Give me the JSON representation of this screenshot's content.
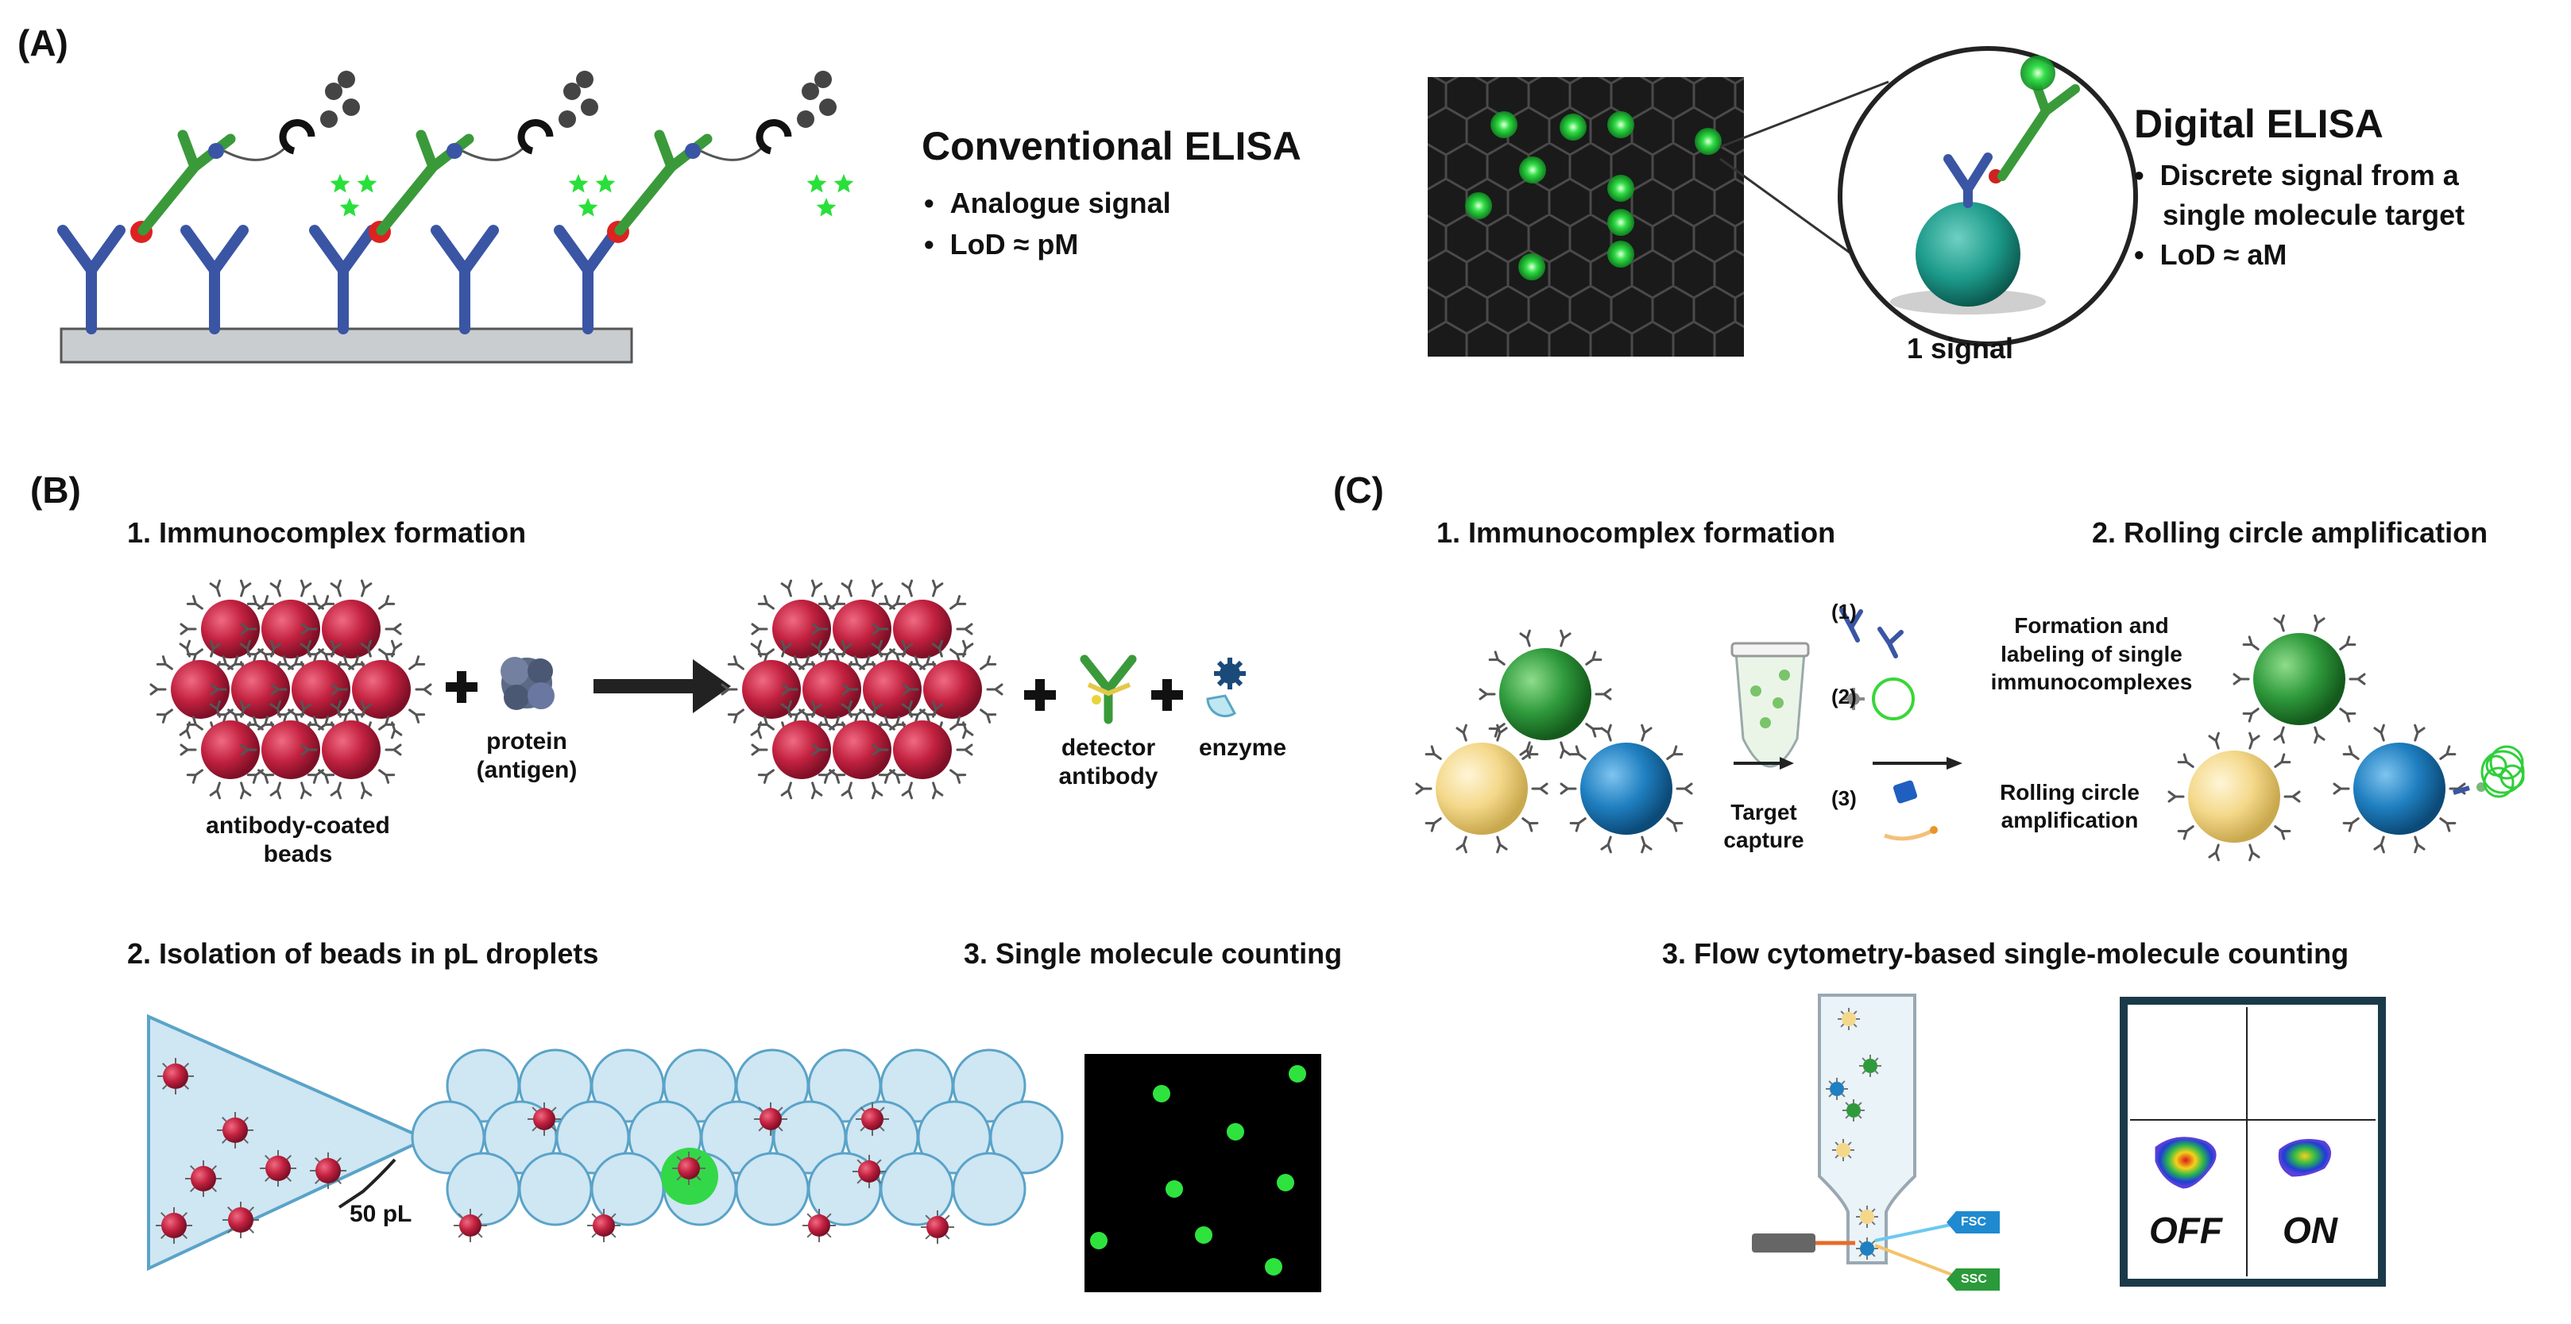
{
  "panelA": {
    "label": "(A)",
    "conventional": {
      "title": "Conventional ELISA",
      "bullets": [
        "Analogue signal",
        "LoD ≈ pM"
      ]
    },
    "digital": {
      "title": "Digital ELISA",
      "bullets": [
        "Discrete signal from a",
        "single molecule target",
        "LoD ≈ aM"
      ],
      "signal_caption": "1 signal"
    }
  },
  "panelB": {
    "label": "(B)",
    "step1": "1. Immunocomplex  formation",
    "beads_label": "antibody-coated beads",
    "protein_label": "protein (antigen)",
    "detector_label": "detector antibody",
    "enzyme_label": "enzyme",
    "step2": "2. Isolation of beads in pL droplets",
    "volume_label": "50 pL",
    "step3": "3. Single molecule counting"
  },
  "panelC": {
    "label": "(C)",
    "step1": "1. Immunocomplex  formation",
    "step2": "2. Rolling circle amplification",
    "target_capture": "Target capture",
    "sub1": "(1)",
    "sub2": "(2)",
    "sub3": "(3)",
    "formation_label": "Formation and labeling of single immunocomplexes",
    "rca_label": "Rolling circle amplification",
    "step3": "3. Flow cytometry-based  single-molecule counting",
    "fsc": "FSC",
    "ssc": "SSC",
    "off": "OFF",
    "on": "ON"
  },
  "colors": {
    "antibody_blue": "#3a55a4",
    "antibody_green": "#3a9a3a",
    "signal_green": "#29e03a",
    "bead_red": "#c2213f",
    "droplet_blue": "#cfe6f3",
    "bead_green": "#2f9a3c",
    "bead_yellow": "#f4d88a",
    "bead_blue": "#1f7fc0"
  }
}
